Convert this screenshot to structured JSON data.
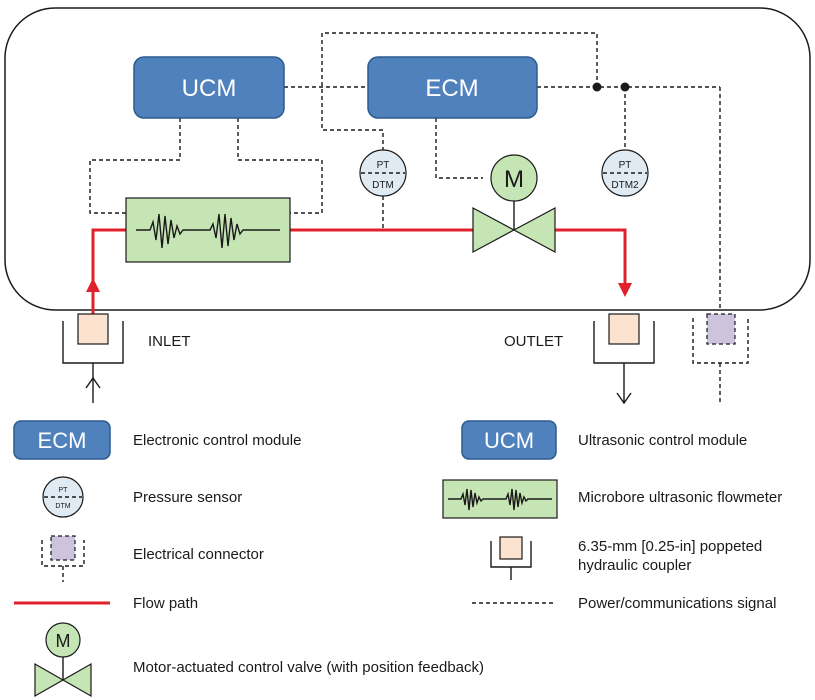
{
  "diagram": {
    "modules": {
      "ucm": "UCM",
      "ecm": "ECM"
    },
    "sensors": {
      "pt1_top": "PT",
      "pt1_bottom": "DTM",
      "pt2_top": "PT",
      "pt2_bottom": "DTM2"
    },
    "motor_label": "M",
    "inlet_label": "INLET",
    "outlet_label": "OUTLET"
  },
  "legend": {
    "ecm_symbol": "ECM",
    "ecm_text": "Electronic control module",
    "ucm_symbol": "UCM",
    "ucm_text": "Ultrasonic control module",
    "pt_symbol_top": "PT",
    "pt_symbol_bottom": "DTM",
    "pressure_text": "Pressure sensor",
    "flowmeter_text": "Microbore ultrasonic flowmeter",
    "connector_text": "Electrical connector",
    "coupler_text_line1": "6.35-mm [0.25-in] poppeted",
    "coupler_text_line2": "hydraulic coupler",
    "flow_text": "Flow path",
    "signal_text": "Power/communications signal",
    "motor_symbol": "M",
    "valve_text": "Motor-actuated control valve (with position feedback)"
  },
  "colors": {
    "module_blue": "#4f81bd",
    "flow_red": "#e0202a",
    "sensor_blue": "#dfeaf3",
    "green": "#c6e5b4",
    "coupler_peach": "#fbe3d0",
    "connector_purple": "#cdc3dd"
  }
}
